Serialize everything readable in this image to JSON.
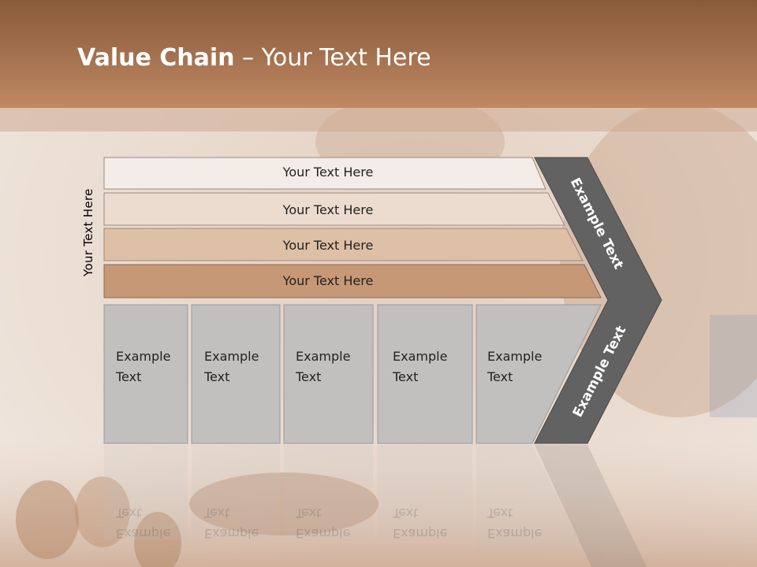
{
  "slide": {
    "title_bold": "Value Chain",
    "title_rest": " – Your Text Here",
    "side_label": "Your Text Here",
    "rows": [
      {
        "label": "Your Text Here"
      },
      {
        "label": "Your Text Here"
      },
      {
        "label": "Your Text Here"
      },
      {
        "label": "Your Text Here"
      }
    ],
    "columns": [
      {
        "line1": "Example",
        "line2": "Text"
      },
      {
        "line1": "Example",
        "line2": "Text"
      },
      {
        "line1": "Example",
        "line2": "Text"
      },
      {
        "line1": "Example",
        "line2": "Text"
      },
      {
        "line1": "Example",
        "line2": "Text"
      }
    ],
    "chevron_top": "Example Text",
    "chevron_bottom": "Example Text"
  },
  "colors": {
    "header": "#a06e4c",
    "row1": "#f3ece8",
    "row2": "#ecdccf",
    "row3": "#ddc0a6",
    "row4": "#c79876",
    "column": "#c1c0bf",
    "chevron": "#626262"
  }
}
